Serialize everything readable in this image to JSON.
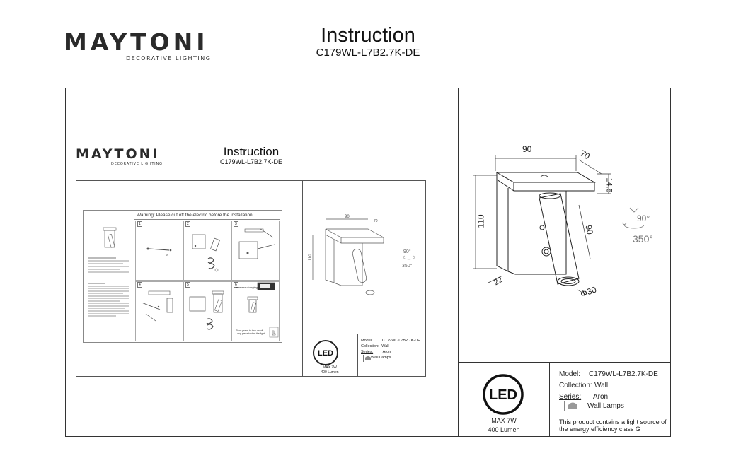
{
  "header": {
    "brand": "MAYTONI",
    "tagline": "DECORATIVE LIGHTING",
    "title": "Instruction",
    "model_code": "C179WL-L7B2.7K-DE"
  },
  "inner_header": {
    "brand": "MAYTONI",
    "tagline": "DECORATIVE LIGHTING",
    "title": "Instruction",
    "model_code": "C179WL-L7B2.7K-DE"
  },
  "warning": "Warning: Please cut off the electric before the installation.",
  "steps": [
    "1",
    "2",
    "3",
    "4",
    "5",
    "6"
  ],
  "step_notes": {
    "wireless": "wireless charging",
    "short": "Short press to turn on/off Long press to dim the light"
  },
  "dimensions": {
    "width": "90",
    "depth": "70",
    "height": "110",
    "plate": "14.5",
    "arm": "90",
    "diameter": "Φ30",
    "offset": "22"
  },
  "rotation": {
    "tilt": "90°",
    "swivel": "350°"
  },
  "led": {
    "icon_text": "LED",
    "power": "MAX 7W",
    "lumen": "400 Lumen"
  },
  "specs": {
    "model_label": "Model:",
    "model_value": "C179WL-L7B2.7K-DE",
    "collection_label": "Collection:",
    "collection_value": "Wall",
    "series_label": "Series:",
    "series_value": "Aron",
    "type_value": "Wall Lamps",
    "energy_note": "This product contains a light source of the energy efficiency class G"
  },
  "inner_specs": {
    "model_label": "Model:",
    "model_value": "C179WL-L7B2.7K-DE",
    "collection_label": "Collection:",
    "collection_value": "Wall",
    "series_label": "Series:",
    "series_value": "Aron",
    "type_value": "Wall Lamps"
  }
}
